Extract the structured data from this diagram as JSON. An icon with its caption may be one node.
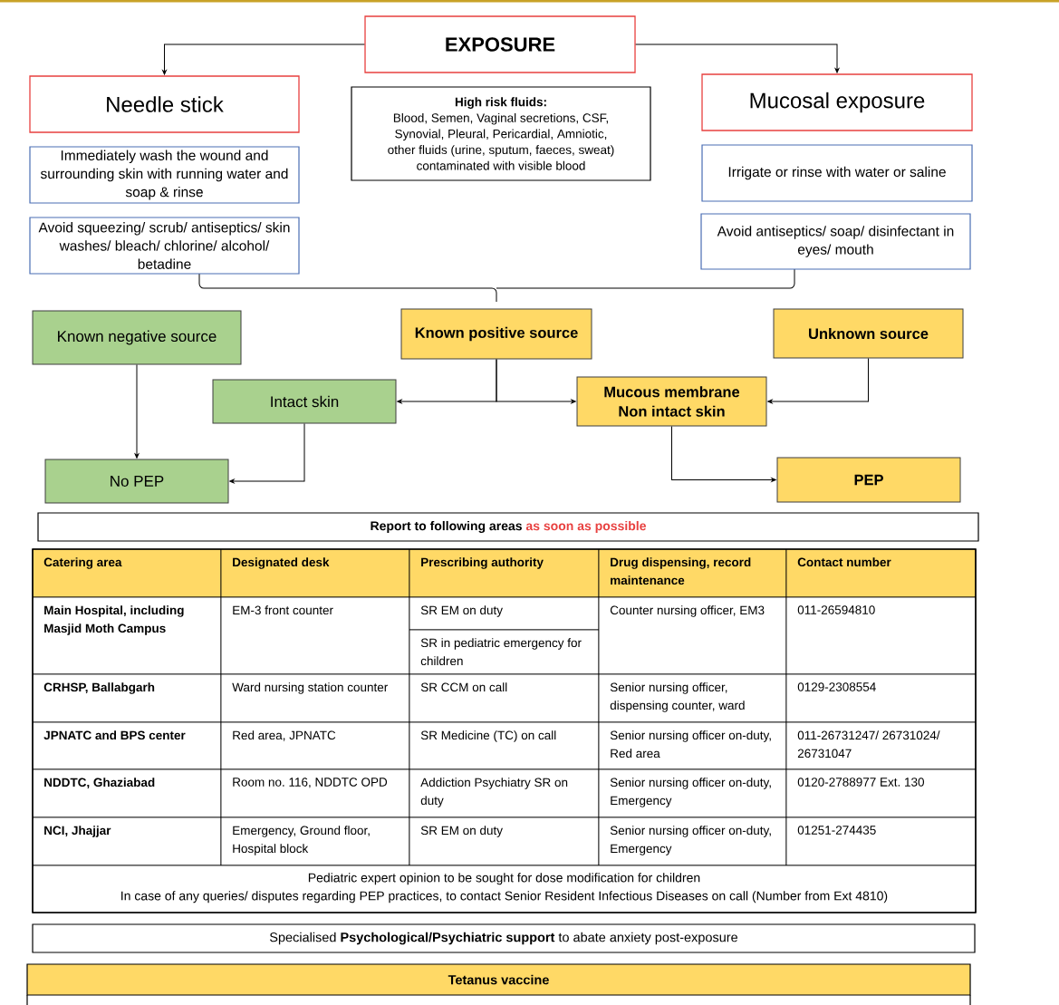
{
  "diagram": {
    "nodes": [
      {
        "text": [
          "EXPOSURE"
        ]
      },
      {
        "text": [
          "Needle stick"
        ]
      },
      {
        "text": [
          "High risk fluids:",
          "Blood, Semen, Vaginal secretions, CSF, Synovial, Pleural, Pericardial, Amniotic, other fluids (urine, sputum, faeces, sweat) contaminated with visible blood"
        ]
      },
      {
        "text": [
          "Mucosal exposure"
        ]
      },
      {
        "text": [
          "Immediately wash the wound and surrounding skin with running water and soap & rinse"
        ]
      },
      {
        "text": [
          "Irrigate or rinse with water or saline"
        ]
      },
      {
        "text": [
          "Avoid squeezing/ scrub/ antiseptics/ skin washes/ bleach/ chlorine/ alcohol/ betadine"
        ]
      },
      {
        "text": [
          "Avoid antiseptics/ soap/ disinfectant in eyes/ mouth"
        ]
      },
      {
        "text": [
          "Known negative source"
        ]
      },
      {
        "text": [
          "Known positive source"
        ]
      },
      {
        "text": [
          "Unknown source"
        ]
      },
      {
        "text": [
          "Intact skin"
        ]
      },
      {
        "text": [
          "Mucous membrane Non intact skin"
        ]
      },
      {
        "text": [
          "No PEP"
        ]
      },
      {
        "text": [
          "PEP"
        ]
      },
      {
        "text": [
          "Report to following areas",
          "as soon as possible"
        ]
      },
      {
        "text": [
          "Specialised **Psychological/Psychiatric support** to abate anxiety post-exposure"
        ]
      },
      {
        "text": [
          "Tetanus vaccine"
        ]
      }
    ],
    "edges": [
      {
        "from": 0,
        "to": 1,
        "arrow": "to"
      },
      {
        "from": 0,
        "to": 3,
        "arrow": "to"
      },
      {
        "from": 8,
        "to": 13,
        "arrow": "to"
      },
      {
        "from": 9,
        "to": 11,
        "arrow": "to"
      },
      {
        "from": 9,
        "to": 12,
        "arrow": "to"
      },
      {
        "from": 10,
        "to": 12,
        "arrow": "to"
      },
      {
        "from": 11,
        "to": 13,
        "arrow": "to"
      },
      {
        "from": 12,
        "to": 14,
        "arrow": "to"
      }
    ],
    "labels": [
      "Catering area",
      "Designated desk",
      "Prescribing authority",
      "Drug dispensing, record maintenance",
      "Contact number",
      "Main Hospital, including Masjid Moth Campus",
      "EM-3 front counter",
      "SR EM on duty",
      "SR in pediatric emergency for children",
      "Counter nursing officer, EM3",
      "011-26594810",
      "CRHSP, Ballabgarh",
      "Ward nursing station counter",
      "SR CCM on call",
      "Senior nursing officer, dispensing counter, ward",
      "0129-2308554",
      "JPNATC and BPS center",
      "Red area, JPNATC",
      "SR Medicine (TC) on call",
      "Senior nursing officer on-duty, Red area",
      "011-26731247/ 26731024/ 26731047",
      "NDDTC, Ghaziabad",
      "Room no. 116, NDDTC OPD",
      "Addiction Psychiatry SR on duty",
      "Senior nursing officer on-duty, Emergency",
      "0120-2788977 Ext. 130",
      "NCI, Jhajjar",
      "Emergency, Ground floor, Hospital block",
      "SR EM on duty",
      "Senior nursing officer on-duty, Emergency",
      "01251-274435",
      "Pediatric expert opinion to be sought for dose modification for children",
      "In case of any queries/ disputes regarding PEP practices, to contact Senior Resident Infectious Diseases on call (Number from Ext 4810)"
    ]
  }
}
